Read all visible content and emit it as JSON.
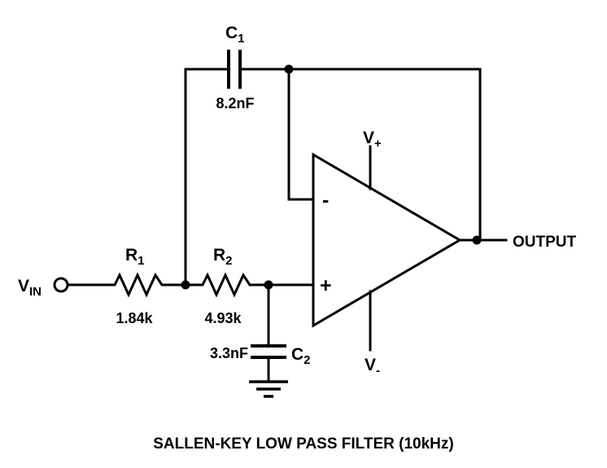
{
  "title": "SALLEN-KEY LOW PASS FILTER (10kHz)",
  "labels": {
    "vin": {
      "base": "V",
      "sub": "IN"
    },
    "vplus": {
      "base": "V",
      "sub": "+"
    },
    "vminus": {
      "base": "V",
      "sub": "-"
    },
    "output": "OUTPUT",
    "r1": {
      "base": "R",
      "sub": "1",
      "value": "1.84k"
    },
    "r2": {
      "base": "R",
      "sub": "2",
      "value": "4.93k"
    },
    "c1": {
      "base": "C",
      "sub": "1",
      "value": "8.2nF"
    },
    "c2": {
      "base": "C",
      "sub": "2",
      "value": "3.3nF"
    }
  },
  "opamp": {
    "inverting_label": "-",
    "noninverting_label": "+"
  },
  "colors": {
    "stroke": "#000000",
    "background": "#ffffff"
  }
}
